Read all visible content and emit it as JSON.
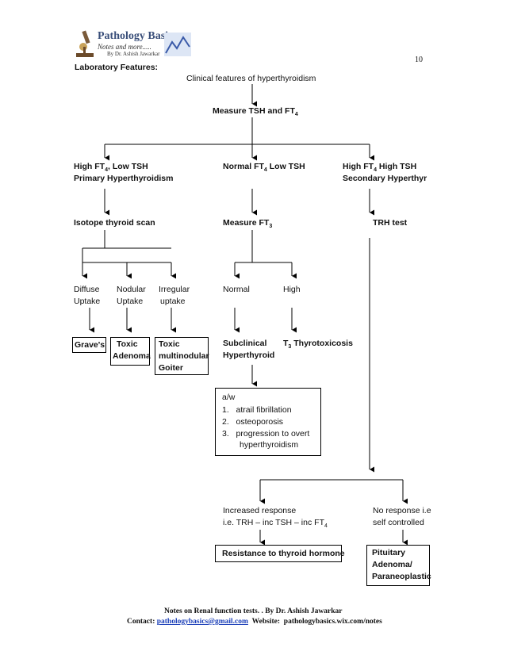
{
  "header": {
    "logo_title": "Pathology Basics",
    "logo_subtitle": "Notes and more.....",
    "logo_author": "By Dr. Ashish Jawarkar",
    "page_number": "10"
  },
  "section_title": "Laboratory Features:",
  "flow": {
    "start": "Clinical features of hyperthyroidism",
    "measure_tsh_ft4": "Measure TSH and FT",
    "sub4": "4",
    "sub3": "3",
    "branch_primary_l1": "High FT",
    "branch_primary_l1b": ", Low TSH",
    "branch_primary_l2": "Primary Hyperthyroidism",
    "branch_normal": "Normal FT",
    "branch_normal_b": " Low TSH",
    "branch_secondary_l1": "High FT",
    "branch_secondary_l1b": " High TSH",
    "branch_secondary_l2": "Secondary Hyperthyr",
    "isotope_scan": "Isotope thyroid scan",
    "measure_ft3": "Measure FT",
    "trh_test": "TRH test",
    "diffuse_l1": "Diffuse",
    "diffuse_l2": "Uptake",
    "nodular_l1": "Nodular",
    "nodular_l2": "Uptake",
    "irregular_l1": "Irregular",
    "irregular_l2": "uptake",
    "ft3_normal": "Normal",
    "ft3_high": "High",
    "graves": "Grave's",
    "toxic_adenoma_l1": "Toxic",
    "toxic_adenoma_l2": "Adenoma",
    "toxic_mng_l1": "Toxic",
    "toxic_mng_l2": "multinodular",
    "toxic_mng_l3": "Goiter",
    "subclinical_l1": "Subclinical",
    "subclinical_l2": "Hyperthyroid",
    "t3_prefix": "T",
    "t3_rest": " Thyrotoxicosis",
    "aw_title": "a/w",
    "aw_items": [
      "atrail fibrillation",
      "osteoporosis",
      "progression to overt"
    ],
    "aw_item3_cont": "hyperthyroidism",
    "increased_l1": "Increased response",
    "increased_l2": "i.e. TRH – inc TSH – inc FT",
    "noresp_l1": "No response i.e",
    "noresp_l2": "self controlled",
    "resistance": "Resistance to thyroid hormone",
    "pituitary_l1": "Pituitary",
    "pituitary_l2": "Adenoma/",
    "pituitary_l3": "Paraneoplastic"
  },
  "footer": {
    "line1": "Notes on Renal function tests. . By Dr. Ashish  Jawarkar",
    "contact_label": "Contact:",
    "email": "pathologybasics@gmail.com",
    "website_label": "Website:",
    "website": "pathologybasics.wix.com/notes"
  }
}
